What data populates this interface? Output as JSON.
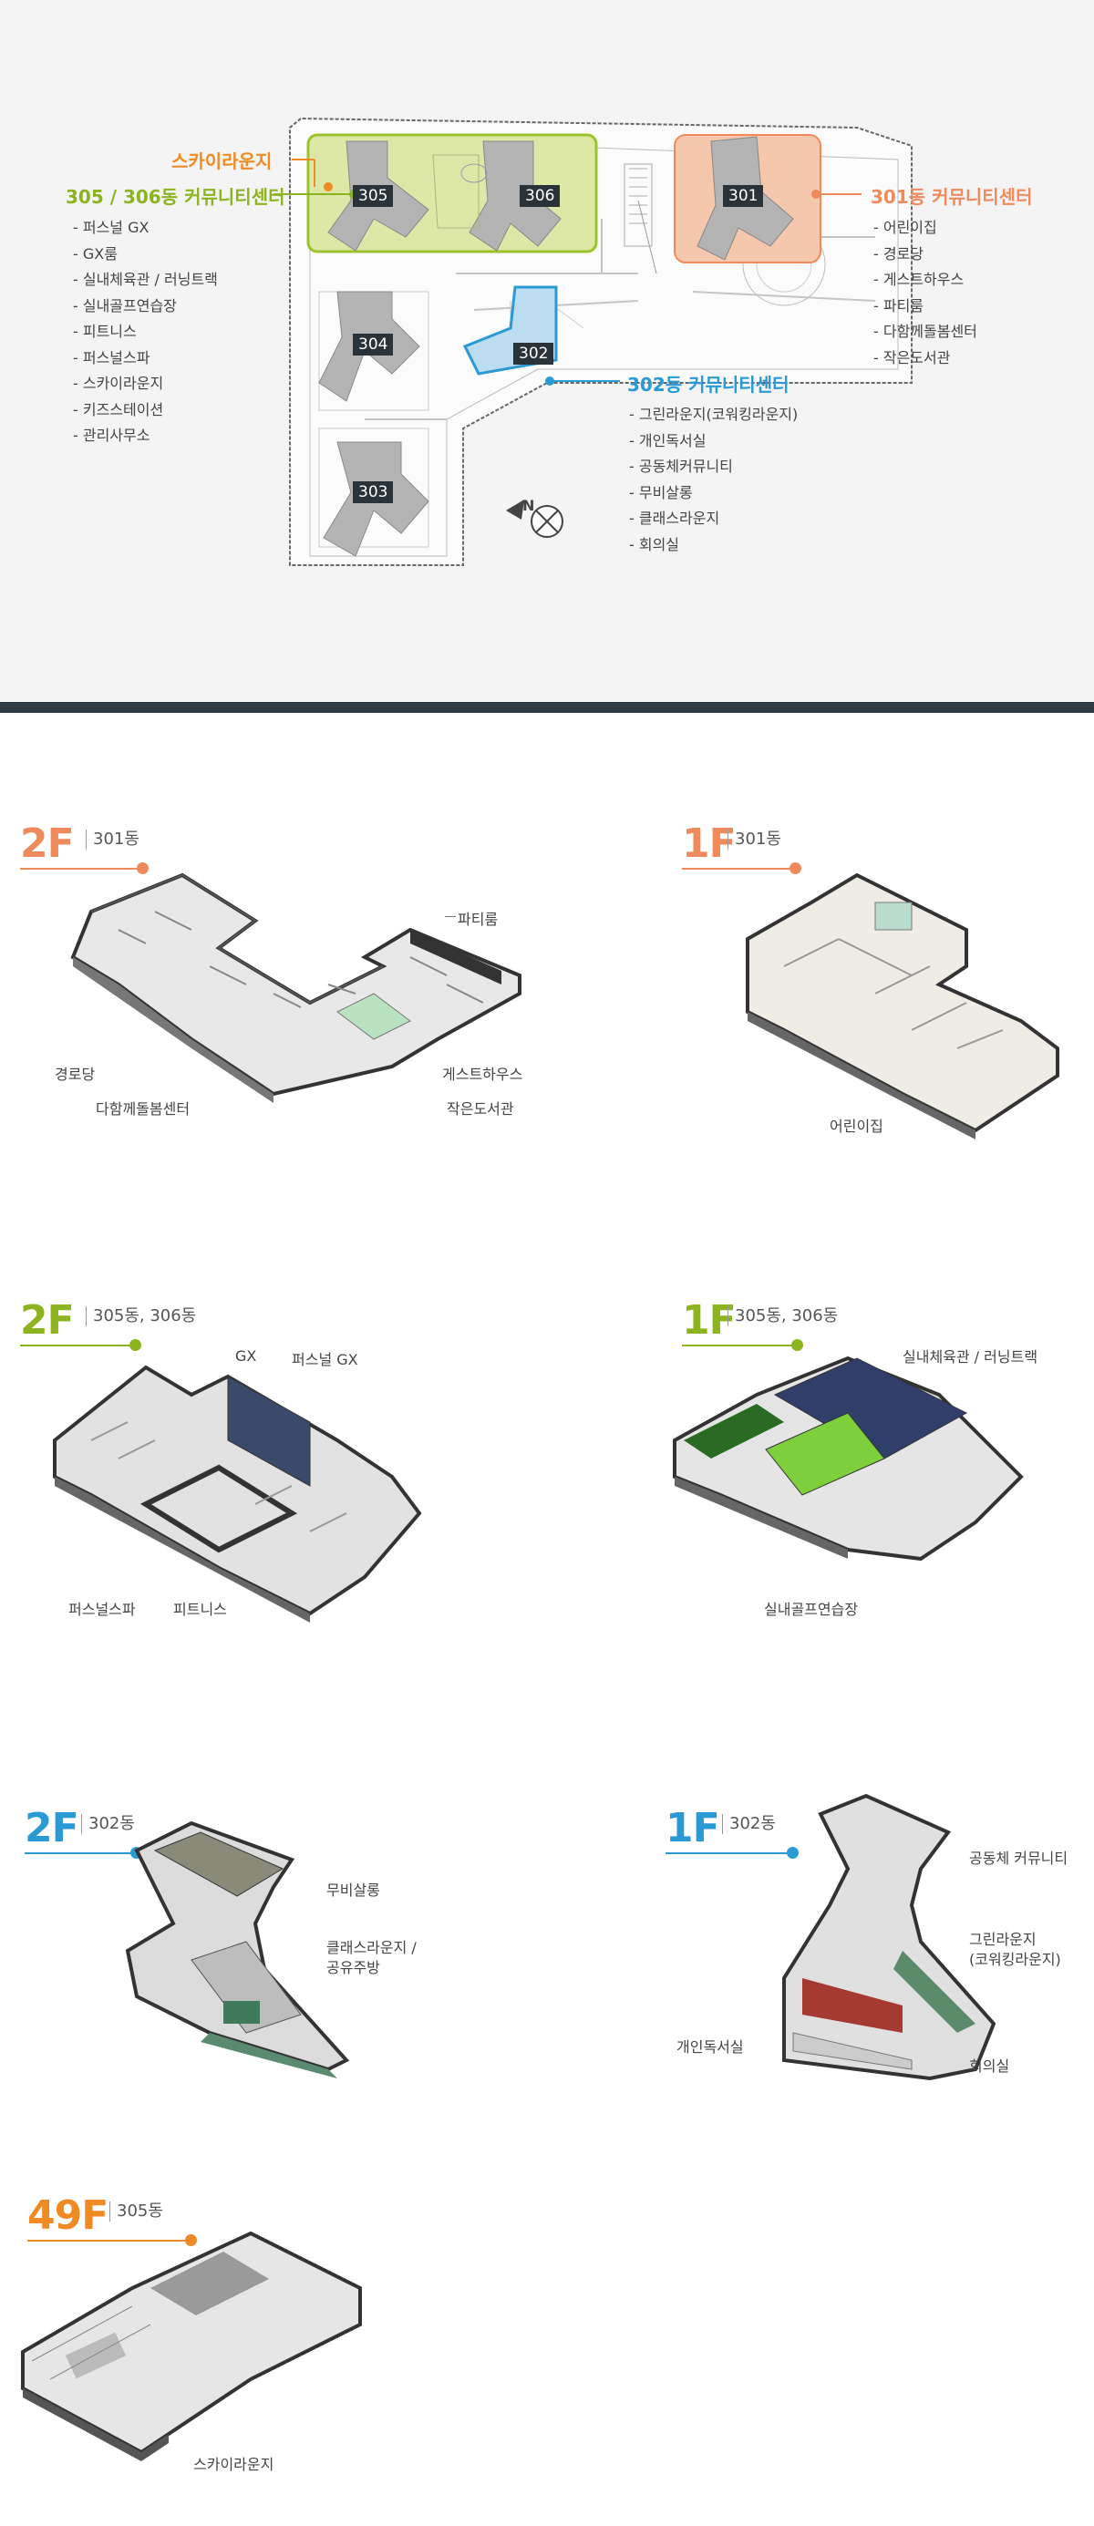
{
  "colors": {
    "skylounge": "#f08a24",
    "c305": "#8cb421",
    "c301": "#ef8a5c",
    "c302": "#2a9ad5",
    "divider": "#2f3a44"
  },
  "siteplan": {
    "skylounge_title": "스카이라운지",
    "c305_title": "305 / 306동 커뮤니티센터",
    "c305_items": [
      "퍼스널 GX",
      "GX룸",
      "실내체육관 / 러닝트랙",
      "실내골프연습장",
      "피트니스",
      "퍼스널스파",
      "스카이라운지",
      "키즈스테이션",
      "관리사무소"
    ],
    "c301_title": "301동 커뮤니티센터",
    "c301_items": [
      "어린이집",
      "경로당",
      "게스트하우스",
      "파티룸",
      "다함께돌봄센터",
      "작은도서관"
    ],
    "c302_title": "302동 커뮤니티센터",
    "c302_items": [
      "그린라운지(코워킹라운지)",
      "개인독서실",
      "공동체커뮤니티",
      "무비살롱",
      "클래스라운지",
      "회의실"
    ],
    "buildings": {
      "b305": "305",
      "b306": "306",
      "b301": "301",
      "b304": "304",
      "b302": "302",
      "b303": "303"
    },
    "compass_label": "N"
  },
  "floors": {
    "f301_2": {
      "floor": "2F",
      "dong": "301동",
      "callouts": {
        "party": "파티룸",
        "senior": "경로당",
        "care": "다함께돌봄센터",
        "guest": "게스트하우스",
        "library": "작은도서관"
      }
    },
    "f301_1": {
      "floor": "1F",
      "dong": "301동",
      "callouts": {
        "kinder": "어린이집"
      }
    },
    "f305_2": {
      "floor": "2F",
      "dong": "305동, 306동",
      "callouts": {
        "gx": "GX",
        "pgx": "퍼스널 GX",
        "spa": "퍼스널스파",
        "fitness": "피트니스"
      }
    },
    "f305_1": {
      "floor": "1F",
      "dong": "305동, 306동",
      "callouts": {
        "gym": "실내체육관 / 러닝트랙",
        "golf": "실내골프연습장"
      }
    },
    "f302_2": {
      "floor": "2F",
      "dong": "302동",
      "callouts": {
        "movie": "무비살롱",
        "class": "클래스라운지 /\n공유주방"
      }
    },
    "f302_1": {
      "floor": "1F",
      "dong": "302동",
      "callouts": {
        "community": "공동체 커뮤니티",
        "green": "그린라운지\n(코워킹라운지)",
        "study": "개인독서실",
        "meeting": "회의실"
      }
    },
    "f305_49": {
      "floor": "49F",
      "dong": "305동",
      "callouts": {
        "sky": "스카이라운지"
      }
    }
  }
}
